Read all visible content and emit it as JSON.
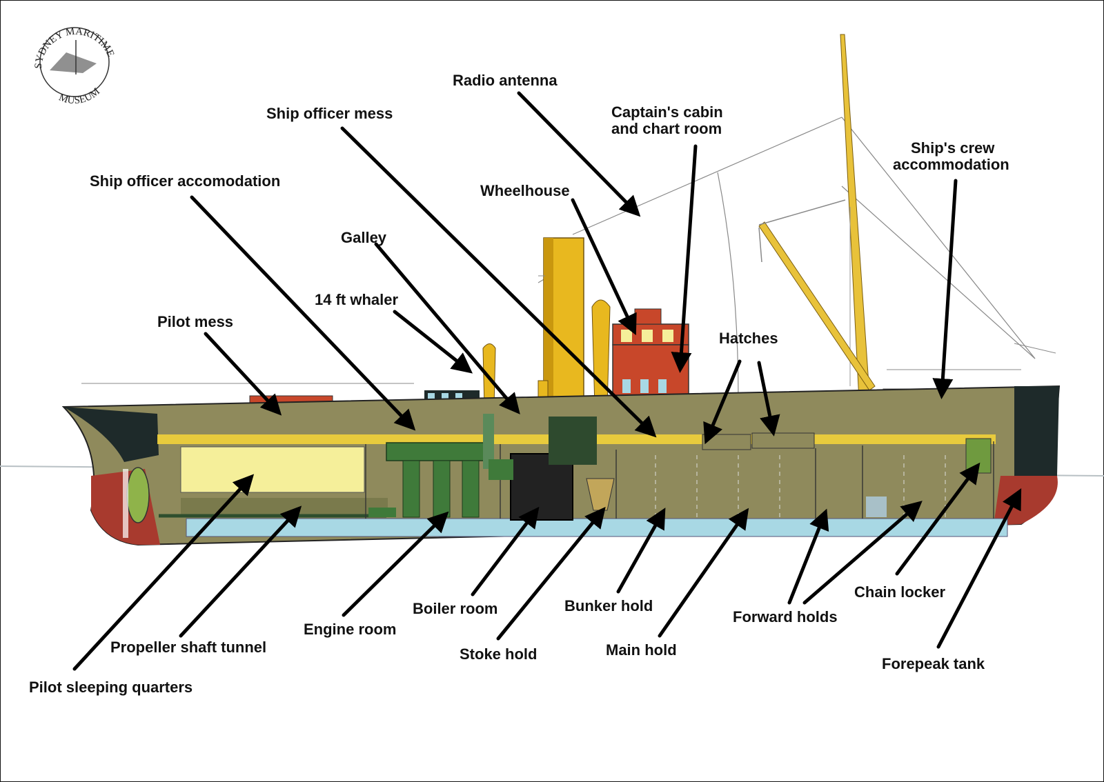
{
  "logo": {
    "top_text": "SYDNEY MARITIME",
    "bottom_text": "MUSEUM"
  },
  "labels": {
    "radio_antenna": "Radio antenna",
    "ship_officer_mess": "Ship officer mess",
    "captains_cabin_1": "Captain's cabin",
    "captains_cabin_2": "and chart room",
    "ships_crew_1": "Ship's crew",
    "ships_crew_2": "accommodation",
    "ship_officer_accom": "Ship officer accomodation",
    "wheelhouse": "Wheelhouse",
    "galley": "Galley",
    "whaler": "14 ft whaler",
    "pilot_mess": "Pilot mess",
    "hatches": "Hatches",
    "pilot_sleeping": "Pilot sleeping quarters",
    "propeller_shaft": "Propeller shaft tunnel",
    "engine_room": "Engine room",
    "boiler_room": "Boiler room",
    "stoke_hold": "Stoke hold",
    "bunker_hold": "Bunker hold",
    "main_hold": "Main hold",
    "forward_holds": "Forward holds",
    "chain_locker": "Chain locker",
    "forepeak_tank": "Forepeak tank"
  },
  "colors": {
    "hull_black": "#1e2a2a",
    "hull_red": "#a83a2e",
    "deck_yellow": "#f2d23a",
    "hold_khaki": "#8f8a5c",
    "cabin_cream": "#f5ef9a",
    "bridge_red": "#c8472a",
    "machinery_green": "#3f7a3a",
    "tank_blue": "#a8d8e4",
    "funnel_yellow": "#e8b81f"
  }
}
